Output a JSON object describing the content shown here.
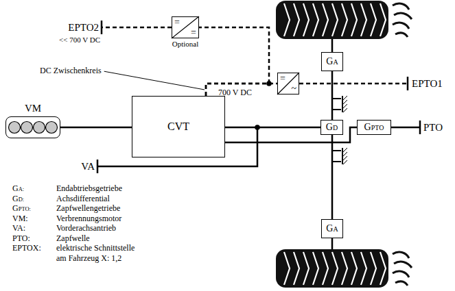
{
  "diagram": {
    "nodes": [
      {
        "text": [
          "=",
          "="
        ]
      },
      {
        "text": [
          "GA"
        ]
      },
      {
        "text": [
          "=",
          "~"
        ]
      },
      {
        "text": [
          "VM"
        ]
      },
      {
        "text": [
          "CVT"
        ]
      },
      {
        "text": [
          "GD"
        ]
      },
      {
        "text": [
          "GPTO"
        ]
      },
      {
        "text": [
          "GA"
        ]
      }
    ],
    "edges": [
      {
        "from": 3,
        "to": 4,
        "arrow": "none"
      },
      {
        "from": 4,
        "to": 5,
        "arrow": "none"
      },
      {
        "from": 4,
        "to": 6,
        "arrow": "none"
      },
      {
        "from": 1,
        "to": 5,
        "arrow": "none"
      },
      {
        "from": 5,
        "to": 7,
        "arrow": "none"
      },
      {
        "from": 4,
        "to": 2,
        "arrow": "none"
      },
      {
        "from": 4,
        "to": 0,
        "arrow": "none"
      }
    ],
    "labels": [
      "EPTO2",
      "<< 700 V DC",
      "Optional",
      "DC Zwischenkreis",
      "700 V DC",
      "EPTO1",
      "PTO",
      "VA",
      "GA:",
      "Endabtriebsgetriebe",
      "GD:",
      "Achsdifferential",
      "GPTO:",
      "Zapfwellengetriebe",
      "VM:",
      "Verbrennungsmotor",
      "VA:",
      "Vorderachsantrieb",
      "PTO:",
      "Zapfwelle",
      "EPTOX:",
      "elektrische Schnittstelle am Fahrzeug X: 1,2"
    ]
  }
}
